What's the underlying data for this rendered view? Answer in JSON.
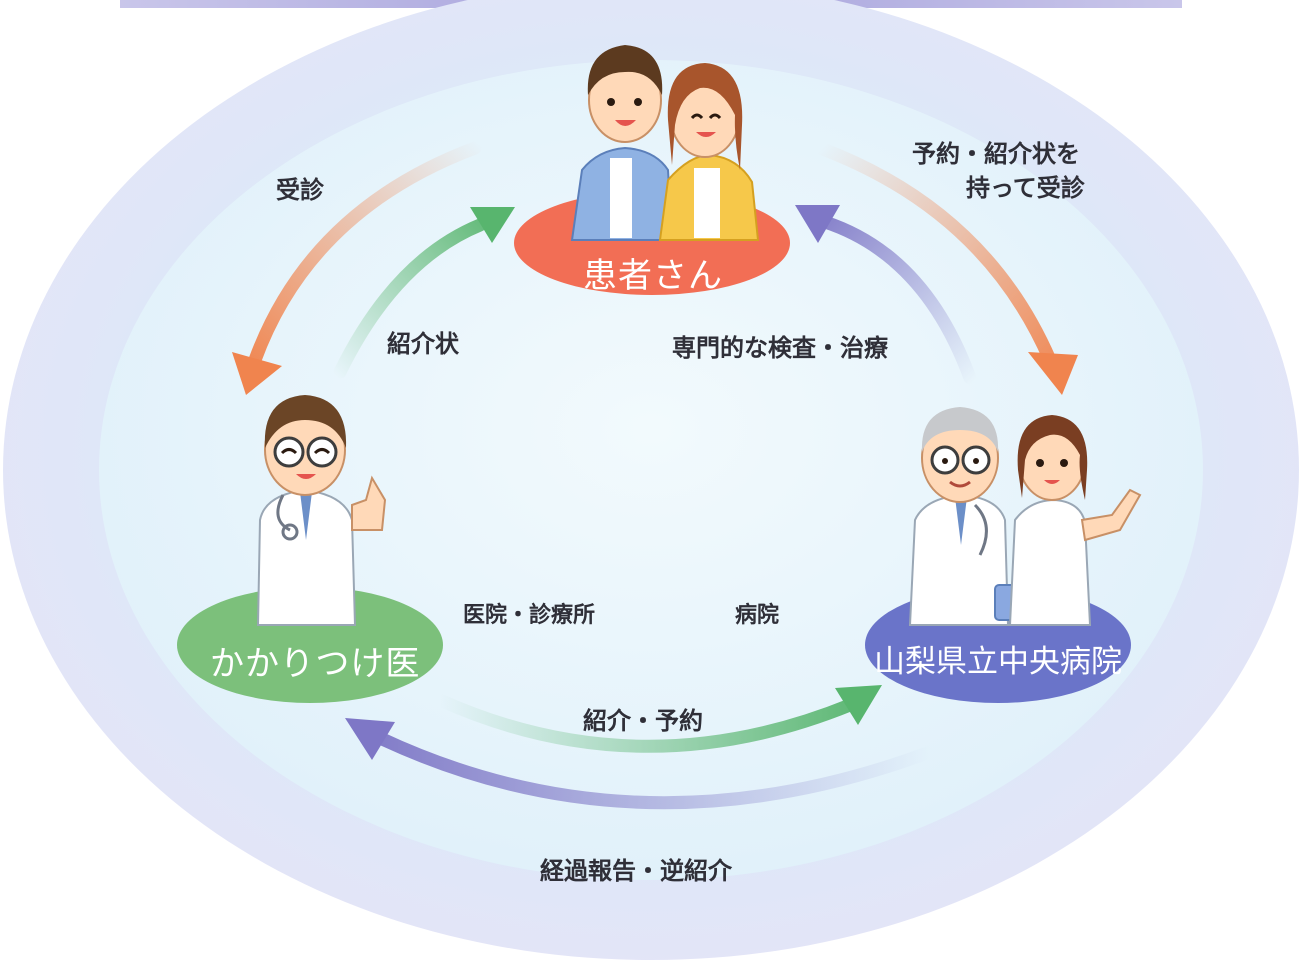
{
  "nodes": {
    "patient": "患者さん",
    "clinic_doctor": "かかりつけ医",
    "hospital": "山梨県立中央病院"
  },
  "categories": {
    "clinic": "医院・診療所",
    "hospital": "病院"
  },
  "flows": {
    "patient_to_clinic": "受診",
    "clinic_to_patient": "紹介状",
    "patient_to_hospital_line1": "予約・紹介状を",
    "patient_to_hospital_line2": "持って受診",
    "hospital_to_patient": "専門的な検査・治療",
    "clinic_to_hospital": "紹介・予約",
    "hospital_to_clinic": "経過報告・逆紹介"
  },
  "colors": {
    "patient": "#f26e55",
    "clinic_doctor": "#7cc07b",
    "hospital": "#6a74c9",
    "arrow_orange": "#f0844e",
    "arrow_green": "#58b56e",
    "arrow_purple": "#7e77c6"
  }
}
